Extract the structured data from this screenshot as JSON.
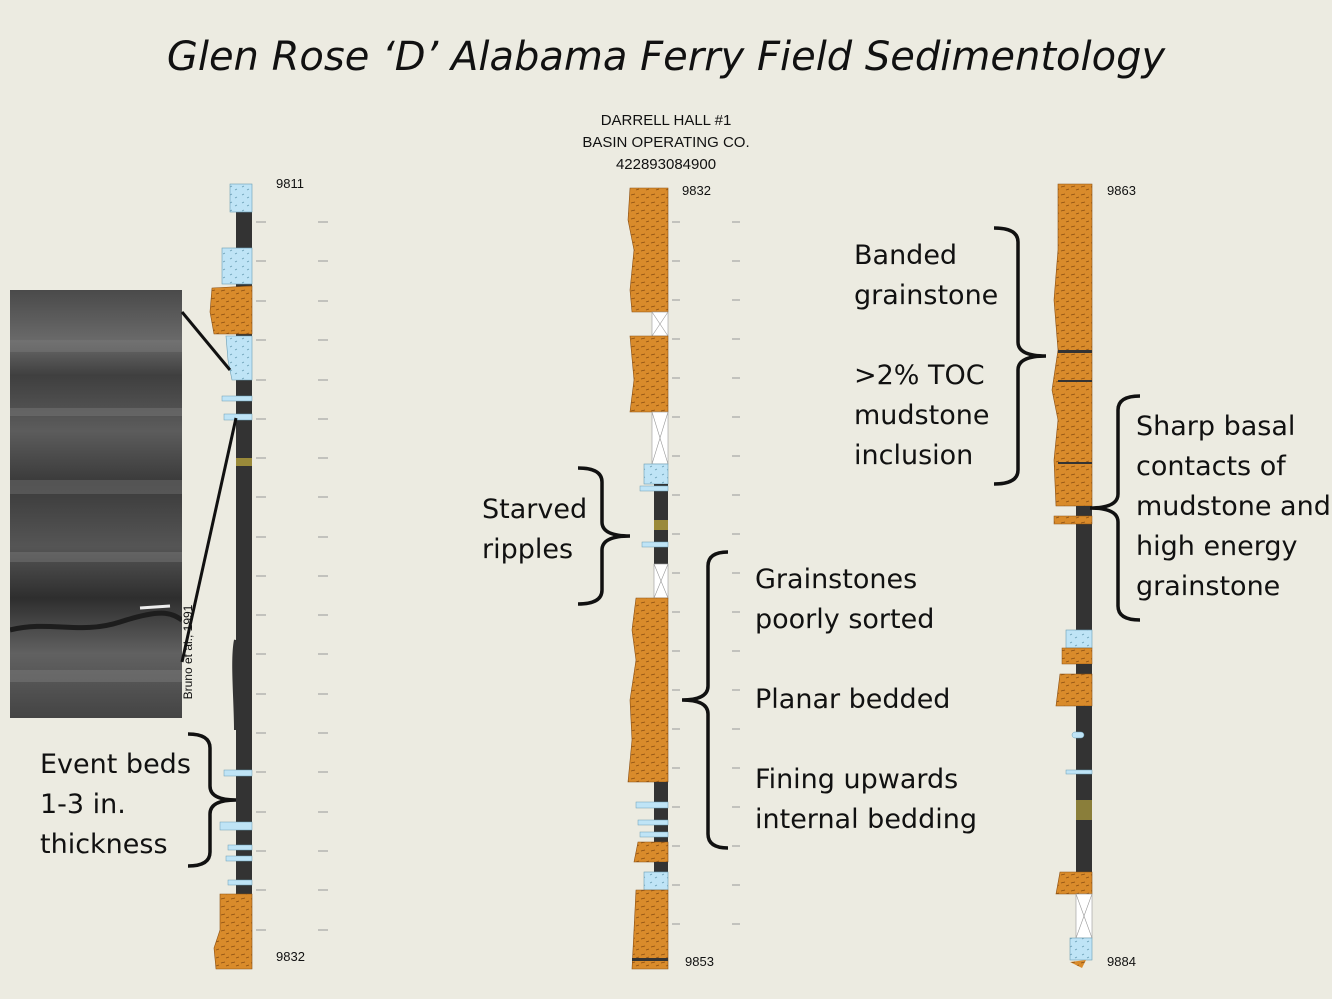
{
  "title": "Glen Rose ‘D’ Alabama Ferry Field Sedimentology",
  "well": {
    "name": "DARRELL HALL #1",
    "operator": "BASIN OPERATING CO.",
    "api": "422893084900"
  },
  "depths": {
    "col1_top": "9811",
    "col1_bottom": "9832",
    "col2_top": "9832",
    "col2_bottom": "9853",
    "col3_top": "9863",
    "col3_bottom": "9884"
  },
  "photo_credit": "Bruno et al., 1991",
  "labels": {
    "event_beds": [
      "Event beds",
      "1-3 in.",
      "thickness"
    ],
    "starved_ripples": [
      "Starved",
      "ripples"
    ],
    "grainstones": [
      "Grainstones",
      "poorly sorted",
      "",
      "Planar bedded",
      "",
      "Fining upwards",
      "internal bedding"
    ],
    "banded": [
      "Banded",
      "grainstone",
      "",
      ">2% TOC",
      "mudstone",
      "inclusion"
    ],
    "sharp_basal": [
      "Sharp basal",
      "contacts of",
      "mudstone and",
      "high energy",
      "grainstone"
    ]
  },
  "colors": {
    "background": "#ecebe1",
    "grainstone": "#d98b2b",
    "mudstone": "#333333",
    "event_bed": "#bfe4f6",
    "no_recovery": "#ffffff"
  }
}
